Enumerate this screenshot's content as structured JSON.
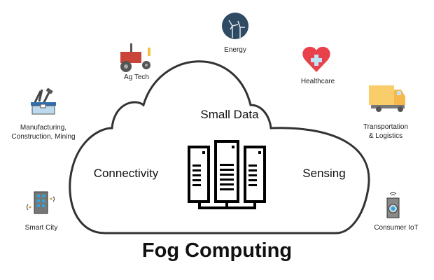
{
  "title": "Fog Computing",
  "cloud_labels": {
    "top": "Small Data",
    "left": "Connectivity",
    "right": "Sensing"
  },
  "industries": [
    {
      "label": "Energy",
      "icon": "wind-turbine-icon"
    },
    {
      "label": "Ag Tech",
      "icon": "tractor-icon"
    },
    {
      "label": "Healthcare",
      "icon": "heart-medical-icon"
    },
    {
      "label": "Manufacturing,",
      "label2": "Construction, Mining",
      "icon": "toolbox-icon"
    },
    {
      "label": "Transportation",
      "label2": "& Logistics",
      "icon": "truck-icon"
    },
    {
      "label": "Smart City",
      "icon": "smart-building-icon"
    },
    {
      "label": "Consumer IoT",
      "icon": "washing-machine-icon"
    }
  ],
  "colors": {
    "outline": "#333333",
    "energy": "#2f4a63",
    "tractor": "#c9453a",
    "heart": "#e9414b",
    "truck": "#f8cd6a",
    "toolbox": "#2f6fb0"
  }
}
